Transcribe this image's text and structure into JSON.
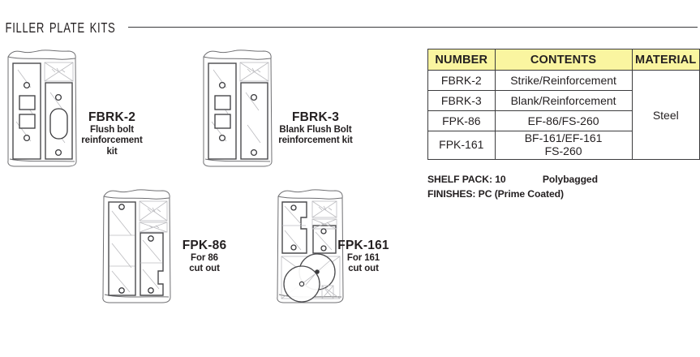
{
  "header": {
    "title": "Filler Plate Kits",
    "rule": "horizontal-rule"
  },
  "products": [
    {
      "code": "FBRK-2",
      "description_lines": [
        "Flush bolt",
        "reinforcement",
        "kit"
      ],
      "drawing": "filler-plate-fbrk-2-illustration"
    },
    {
      "code": "FBRK-3",
      "description_lines": [
        "Blank Flush Bolt",
        "reinforcement kit"
      ],
      "drawing": "filler-plate-fbrk-3-illustration"
    },
    {
      "code": "FPK-86",
      "description_lines": [
        "For 86",
        "cut out"
      ],
      "drawing": "filler-plate-fpk-86-illustration"
    },
    {
      "code": "FPK-161",
      "description_lines": [
        "For 161",
        "cut out"
      ],
      "drawing": "filler-plate-fpk-161-illustration"
    }
  ],
  "table": {
    "headers": [
      "NUMBER",
      "CONTENTS",
      "MATERIAL"
    ],
    "header_bg": "#FAF5A0",
    "border_color": "#3C3C3E",
    "rows": [
      {
        "number": "FBRK-2",
        "contents": "Strike/Reinforcement"
      },
      {
        "number": "FBRK-3",
        "contents": "Blank/Reinforcement"
      },
      {
        "number": "FPK-86",
        "contents": "EF-86/FS-260"
      },
      {
        "number": "FPK-161",
        "contents_line1": "BF-161/EF-161",
        "contents_line2": "FS-260"
      }
    ],
    "material": "Steel"
  },
  "notes": {
    "shelf_pack_label": "SHELF PACK:",
    "shelf_pack_value": "10",
    "packaging": "Polybagged",
    "finishes_label": "FINISHES:",
    "finishes_value": "PC (Prime Coated)"
  }
}
